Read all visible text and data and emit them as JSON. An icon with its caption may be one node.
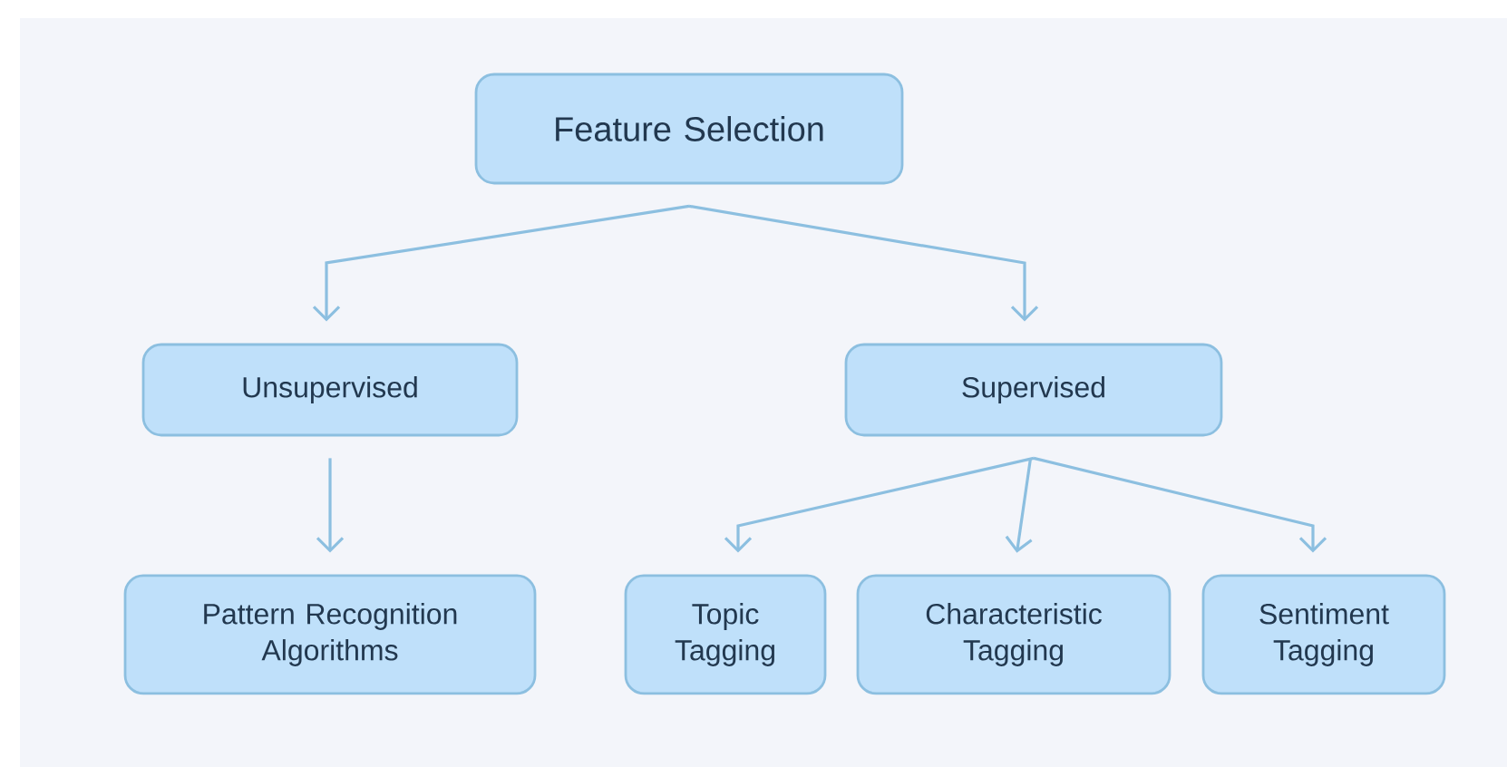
{
  "diagram": {
    "nodes": [
      {
        "text": [
          "Feature Selection"
        ]
      },
      {
        "text": [
          "Unsupervised"
        ]
      },
      {
        "text": [
          "Supervised"
        ]
      },
      {
        "text": [
          "Pattern Recognition Algorithms"
        ]
      },
      {
        "text": [
          "Topic Tagging"
        ]
      },
      {
        "text": [
          "Characteristic Tagging"
        ]
      },
      {
        "text": [
          "Sentiment Tagging"
        ]
      }
    ],
    "edges": [
      {
        "from": 0,
        "to": 1,
        "arrow": "to"
      },
      {
        "from": 0,
        "to": 2,
        "arrow": "to"
      },
      {
        "from": 1,
        "to": 3,
        "arrow": "to"
      },
      {
        "from": 2,
        "to": 4,
        "arrow": "to"
      },
      {
        "from": 2,
        "to": 5,
        "arrow": "to"
      },
      {
        "from": 2,
        "to": 6,
        "arrow": "to"
      }
    ]
  }
}
